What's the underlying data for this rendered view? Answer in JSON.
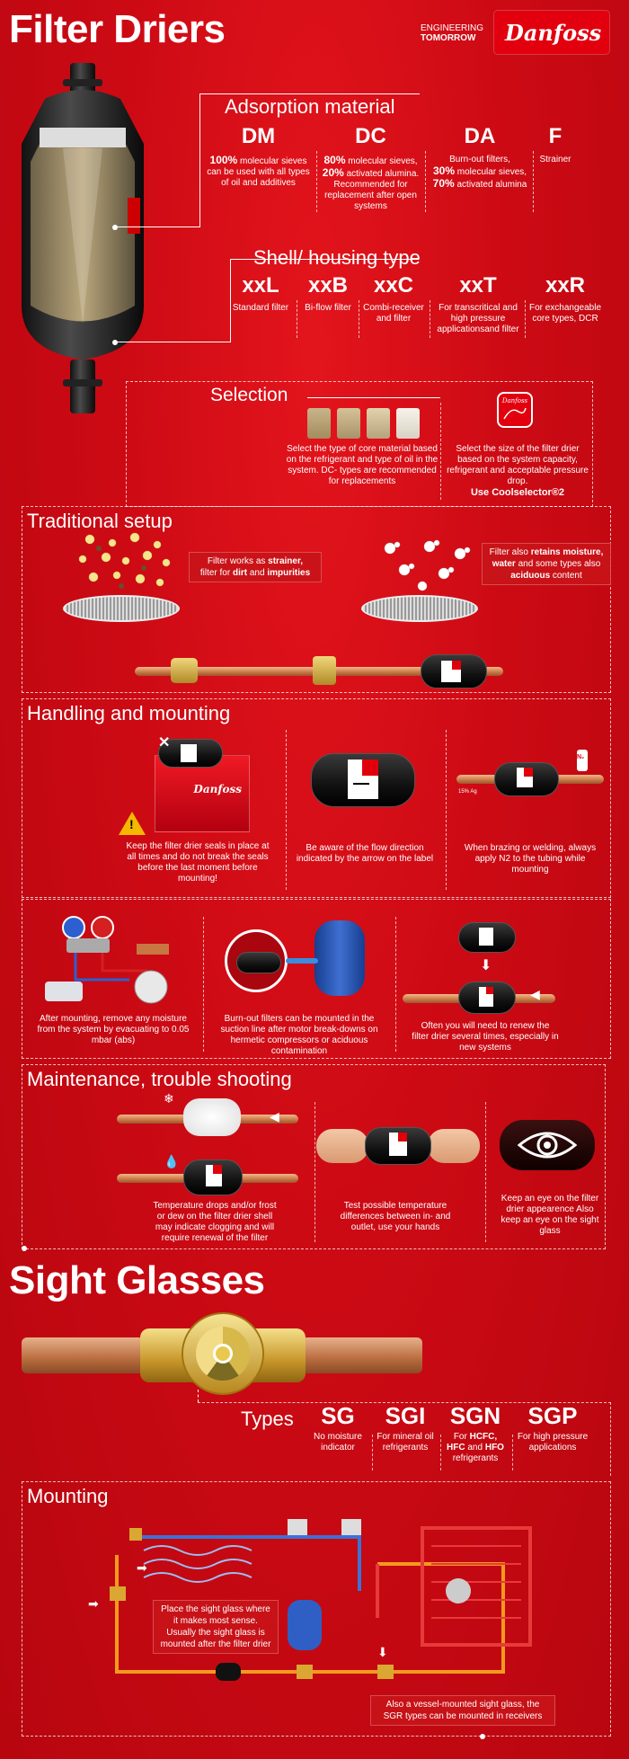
{
  "header": {
    "title": "Filter Driers",
    "brand_tagline_1": "ENGINEERING",
    "brand_tagline_2": "TOMORROW",
    "brand_logo": "Danfoss"
  },
  "adsorption": {
    "title": "Adsorption material",
    "items": [
      {
        "code": "DM",
        "pct1": "100%",
        "desc": " molecular sieves can be used with all types of oil and additives"
      },
      {
        "code": "DC",
        "pct1": "80%",
        "desc1": " molecular sieves,",
        "pct2": "20%",
        "desc2": " activated alumina. Recommended for replacement after open systems"
      },
      {
        "code": "DA",
        "desc0": "Burn-out filters,",
        "pct1": "30%",
        "desc1": " molecular sieves,",
        "pct2": "70%",
        "desc2": " activated alumina"
      },
      {
        "code": "F",
        "desc": "Strainer"
      }
    ]
  },
  "shell": {
    "title": "Shell/ housing type",
    "items": [
      {
        "code": "xxL",
        "desc": "Standard filter"
      },
      {
        "code": "xxB",
        "desc": "Bi-flow filter"
      },
      {
        "code": "xxC",
        "desc": "Combi-receiver and filter"
      },
      {
        "code": "xxT",
        "desc": "For transcritical and high pressure applicationsand filter"
      },
      {
        "code": "xxR",
        "desc": "For exchangeable core types, DCR"
      }
    ]
  },
  "selection": {
    "title": "Selection",
    "left": "Select the type of core material based on the refrigerant and type of oil in the system. DC- types are recommended for replacements",
    "right": "Select the size of the filter drier based on the system capacity, refrigerant and acceptable pressure drop.",
    "right_bold": "Use Coolselector®2",
    "app_icon_text": "Danfoss"
  },
  "traditional": {
    "title": "Traditional setup",
    "tag1_a": "Filter works as ",
    "tag1_b": "strainer,",
    "tag1_c": "filter for ",
    "tag1_d": "dirt",
    "tag1_e": " and ",
    "tag1_f": "impurities",
    "tag2_a": "Filter also ",
    "tag2_b": "retains moisture,",
    "tag2_c": "water",
    "tag2_d": " and some types also",
    "tag2_e": "aciduous",
    "tag2_f": " content"
  },
  "handling": {
    "title": "Handling and mounting",
    "box_logo": "Danfoss",
    "n2_label": "N₂",
    "ag_label": "15% Ag",
    "c1": "Keep the filter drier seals in place at all times and do not break the seals before the last moment before mounting!",
    "c2": "Be aware of the flow direction indicated by the arrow on the label",
    "c3": "When brazing or welding, always apply N2 to the tubing while mounting",
    "c4": "After mounting, remove any moisture from the system by evacuating to 0.05 mbar (abs)",
    "c5": "Burn-out filters can be mounted in the suction line after motor break-downs on hermetic compressors or aciduous contamination",
    "c6": "Often you will need to renew the filter drier several times, especially in new systems"
  },
  "maintenance": {
    "title": "Maintenance, trouble shooting",
    "c1": "Temperature drops and/or frost or dew on the filter drier shell may indicate clogging and will require renewal of the filter",
    "c2": "Test possible temperature differences between in- and outlet, use your hands",
    "c3": "Keep an eye on the filter drier appearence Also keep an eye on the sight glass"
  },
  "sight": {
    "title": "Sight Glasses",
    "types_label": "Types",
    "types": [
      {
        "code": "SG",
        "desc": "No moisture indicator"
      },
      {
        "code": "SGI",
        "desc": "For mineral oil refrigerants"
      },
      {
        "code": "SGN",
        "desc_a": "For ",
        "desc_b": "HCFC,",
        "desc_c": "HFC",
        "desc_d": " and ",
        "desc_e": "HFO",
        "desc_f": "refrigerants"
      },
      {
        "code": "SGP",
        "desc": "For high pressure applications"
      }
    ]
  },
  "mounting": {
    "title": "Mounting",
    "note1": "Place the sight glass where it makes most sense. Usually the sight glass is mounted after the filter drier",
    "note2": "Also a vessel-mounted sight glass, the SGR types can be mounted in receivers"
  },
  "colors": {
    "background": "#cc0a14",
    "accent_red": "#e2000f",
    "copper": "#c87642",
    "brass": "#d9a732",
    "pipe_orange": "#f39a1e"
  }
}
